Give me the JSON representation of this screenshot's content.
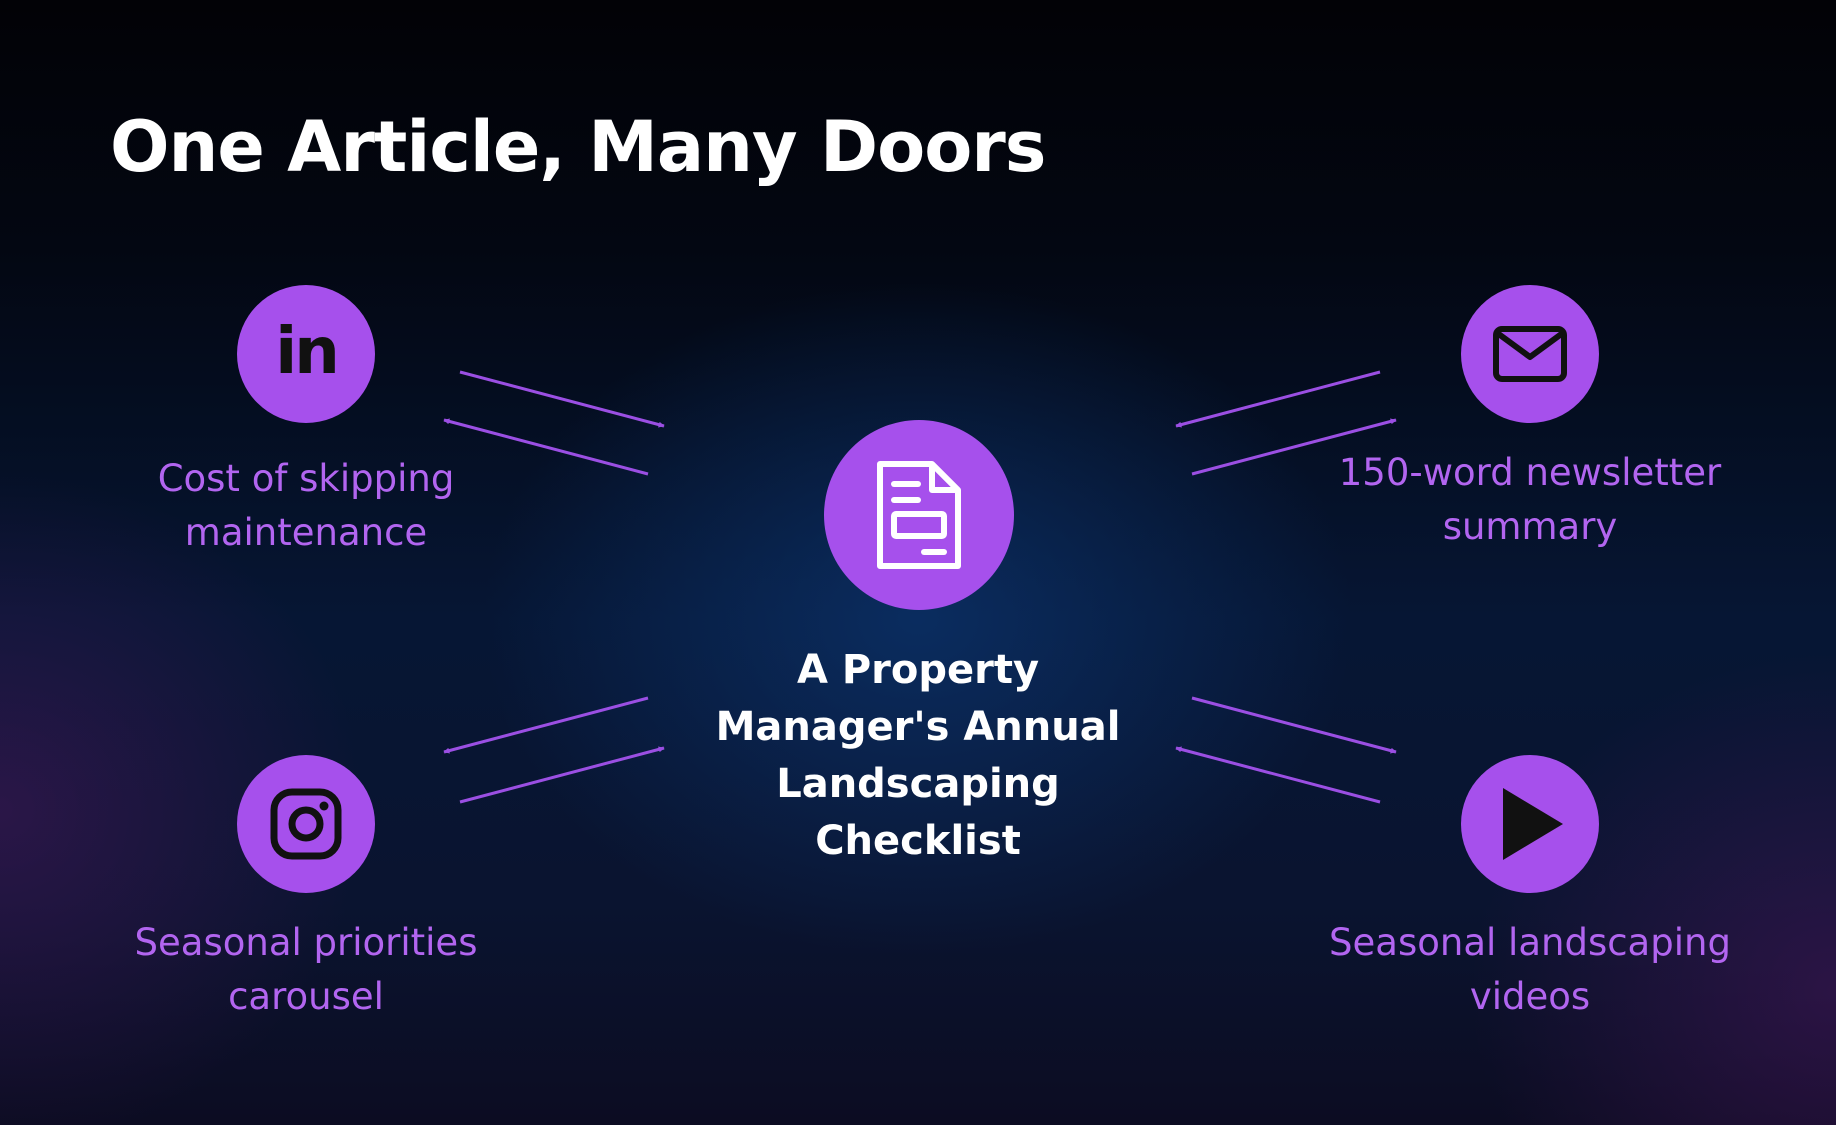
{
  "title": "One Article, Many Doors",
  "center": {
    "icon": "document-icon",
    "label": "A Property Manager's Annual Landscaping Checklist"
  },
  "nodes": {
    "linkedin": {
      "icon": "linkedin-icon",
      "icon_text": "in",
      "label": "Cost of skipping maintenance"
    },
    "newsletter": {
      "icon": "envelope-icon",
      "label": "150-word newsletter summary"
    },
    "instagram": {
      "icon": "instagram-icon",
      "label": "Seasonal priorities carousel"
    },
    "video": {
      "icon": "play-icon",
      "label": "Seasonal landscaping videos"
    }
  },
  "colors": {
    "accent": "#a650ec",
    "label_text": "#b265f0",
    "arrow": "#9b4fe3",
    "title_text": "#ffffff",
    "icon_dark": "#111111"
  }
}
